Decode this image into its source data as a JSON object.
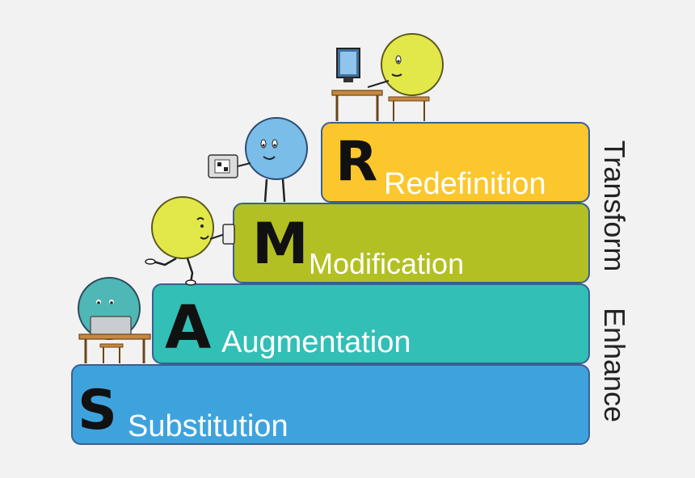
{
  "steps": [
    {
      "letter": "S",
      "word": "Substitution",
      "color": "#3ea3dd"
    },
    {
      "letter": "A",
      "word": "Augmentation",
      "color": "#31bfb6"
    },
    {
      "letter": "M",
      "word": "Modification",
      "color": "#b3c024"
    },
    {
      "letter": "R",
      "word": "Redefinition",
      "color": "#fbc72d"
    }
  ],
  "side_labels": {
    "top": "Transform",
    "bottom": "Enhance"
  },
  "colors": {
    "border": "#3a5f92",
    "yellow_char": "#e3e84a",
    "blue_char": "#79bde8",
    "teal_char": "#4fb7b5"
  }
}
